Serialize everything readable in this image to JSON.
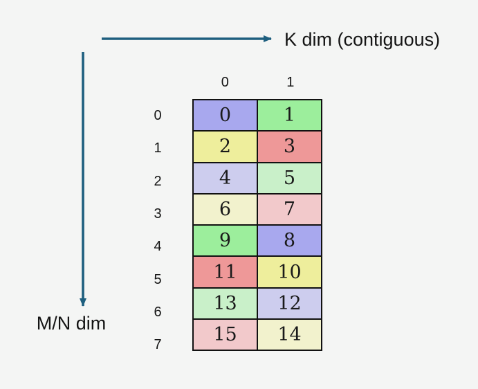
{
  "diagram": {
    "background_color": "#f4f5f4",
    "arrow_color": "#1e5f7f",
    "k_axis_label": "K dim (contiguous)",
    "mn_axis_label": "M/N dim"
  },
  "grid": {
    "col_headers": [
      "0",
      "1"
    ],
    "row_headers": [
      "0",
      "1",
      "2",
      "3",
      "4",
      "5",
      "6",
      "7"
    ],
    "cell_palette": {
      "purple_strong": "#a8a8ee",
      "green_strong": "#9cee9c",
      "yellow_strong": "#eeee9c",
      "salmon_strong": "#ee9898",
      "purple_light": "#cdcdee",
      "green_light": "#c9f0c9",
      "yellow_pale": "#f2f2cd",
      "pink_light": "#f2c9cb"
    },
    "rows": [
      {
        "cells": [
          {
            "value": "0",
            "color": "#a8a8ee"
          },
          {
            "value": "1",
            "color": "#9cee9c"
          }
        ]
      },
      {
        "cells": [
          {
            "value": "2",
            "color": "#eeee9c"
          },
          {
            "value": "3",
            "color": "#ee9898"
          }
        ]
      },
      {
        "cells": [
          {
            "value": "4",
            "color": "#cdcdee"
          },
          {
            "value": "5",
            "color": "#c9f0c9"
          }
        ]
      },
      {
        "cells": [
          {
            "value": "6",
            "color": "#f2f2cd"
          },
          {
            "value": "7",
            "color": "#f2c9cb"
          }
        ]
      },
      {
        "cells": [
          {
            "value": "9",
            "color": "#9cee9c"
          },
          {
            "value": "8",
            "color": "#a8a8ee"
          }
        ]
      },
      {
        "cells": [
          {
            "value": "11",
            "color": "#ee9898"
          },
          {
            "value": "10",
            "color": "#eeee9c"
          }
        ]
      },
      {
        "cells": [
          {
            "value": "13",
            "color": "#c9f0c9"
          },
          {
            "value": "12",
            "color": "#cdcdee"
          }
        ]
      },
      {
        "cells": [
          {
            "value": "15",
            "color": "#f2c9cb"
          },
          {
            "value": "14",
            "color": "#f2f2cd"
          }
        ]
      }
    ]
  }
}
